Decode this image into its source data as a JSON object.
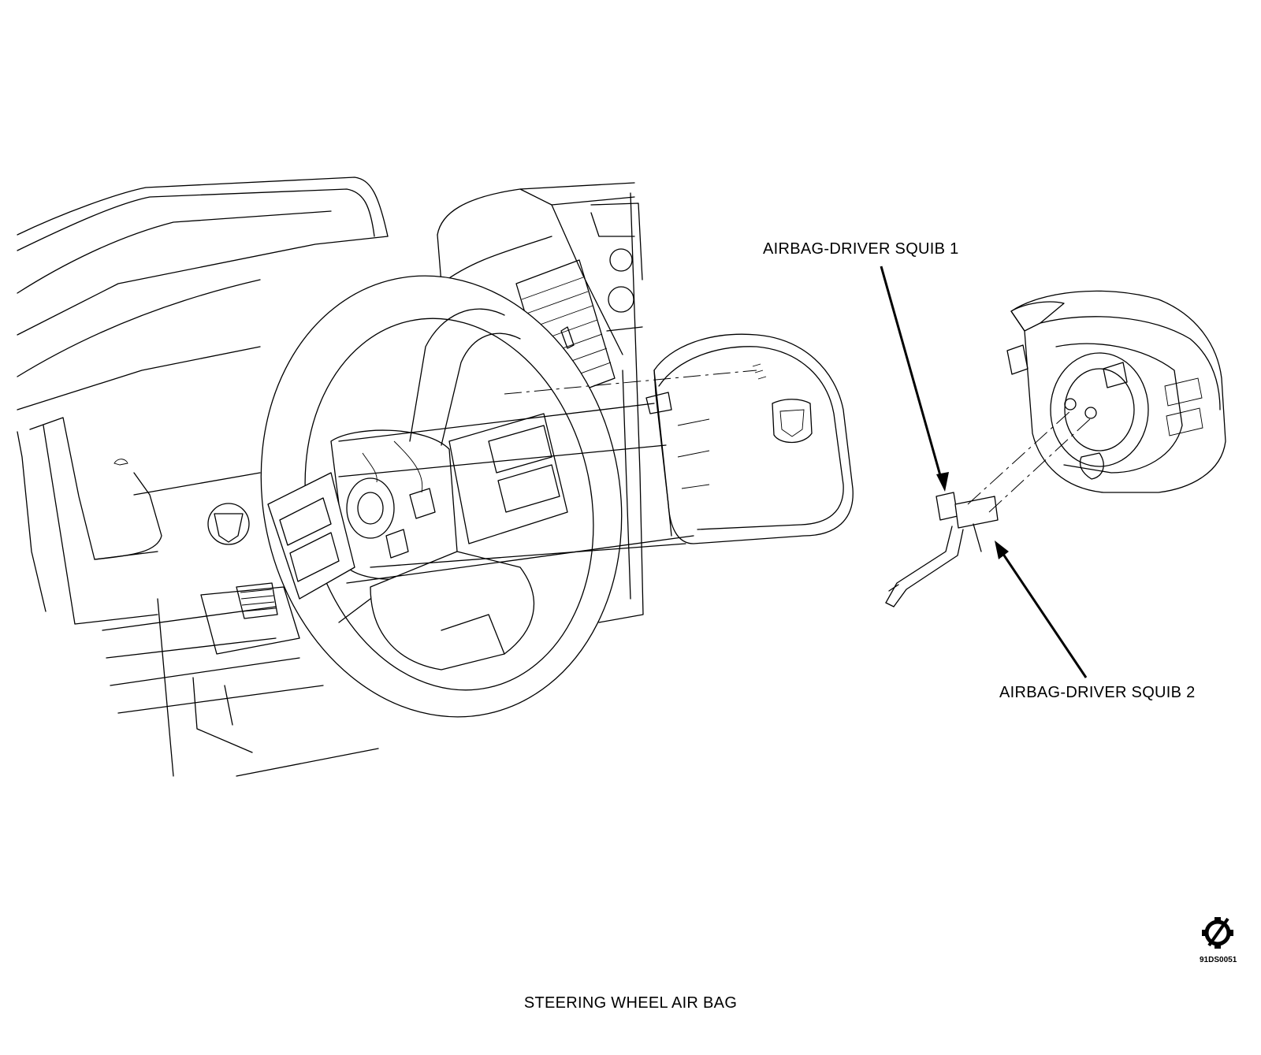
{
  "diagram": {
    "callouts": {
      "squib_1": "AIRBAG-DRIVER SQUIB 1",
      "squib_2": "AIRBAG-DRIVER SQUIB 2"
    },
    "caption": "STEERING WHEEL AIR BAG",
    "figure_id": "91DS0051",
    "icons": {
      "service_symbol": "gear-slash-icon",
      "brand_logo": "ram-logo-icon"
    }
  }
}
